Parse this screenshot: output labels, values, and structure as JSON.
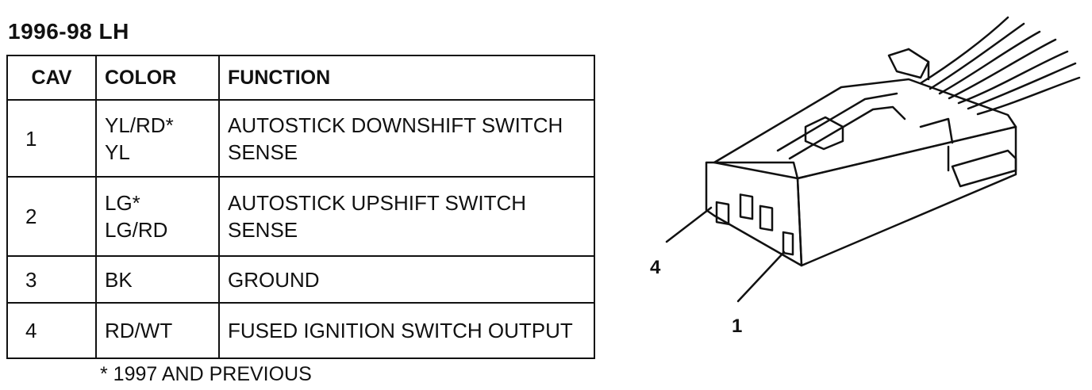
{
  "title": "1996-98 LH",
  "table": {
    "headers": [
      "CAV",
      "COLOR",
      "FUNCTION"
    ],
    "rows": [
      {
        "cav": "1",
        "color": [
          "YL/RD*",
          "YL"
        ],
        "function": [
          "AUTOSTICK DOWNSHIFT SWITCH",
          "SENSE"
        ]
      },
      {
        "cav": "2",
        "color": [
          "LG*",
          "LG/RD"
        ],
        "function": [
          "AUTOSTICK UPSHIFT SWITCH",
          "SENSE"
        ]
      },
      {
        "cav": "3",
        "color": [
          "BK"
        ],
        "function": [
          "GROUND"
        ]
      },
      {
        "cav": "4",
        "color": [
          "RD/WT"
        ],
        "function": [
          "FUSED IGNITION SWITCH OUTPUT"
        ]
      }
    ]
  },
  "footnote": "* 1997 AND PREVIOUS",
  "diagram": {
    "pin_labels": {
      "left": "4",
      "right": "1"
    }
  }
}
